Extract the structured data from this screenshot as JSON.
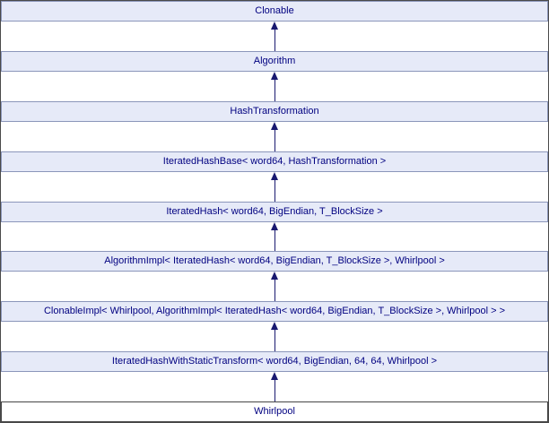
{
  "diagram": {
    "nodes": [
      {
        "label": "Clonable",
        "current": false
      },
      {
        "label": "Algorithm",
        "current": false
      },
      {
        "label": "HashTransformation",
        "current": false
      },
      {
        "label": "IteratedHashBase< word64, HashTransformation >",
        "current": false
      },
      {
        "label": "IteratedHash< word64, BigEndian, T_BlockSize >",
        "current": false
      },
      {
        "label": "AlgorithmImpl< IteratedHash< word64, BigEndian, T_BlockSize >, Whirlpool >",
        "current": false
      },
      {
        "label": "ClonableImpl< Whirlpool, AlgorithmImpl< IteratedHash< word64, BigEndian, T_BlockSize >, Whirlpool > >",
        "current": false
      },
      {
        "label": "IteratedHashWithStaticTransform< word64, BigEndian, 64, 64, Whirlpool >",
        "current": false
      },
      {
        "label": "Whirlpool",
        "current": true
      }
    ],
    "colors": {
      "background": "#ffffff",
      "frame": "#4a4a4a",
      "node_fill": "#e6eaf8",
      "node_border": "#8b96ba",
      "current_fill": "#ffffff",
      "current_border": "#464646",
      "text": "#000080",
      "arrow": "#191970"
    }
  }
}
